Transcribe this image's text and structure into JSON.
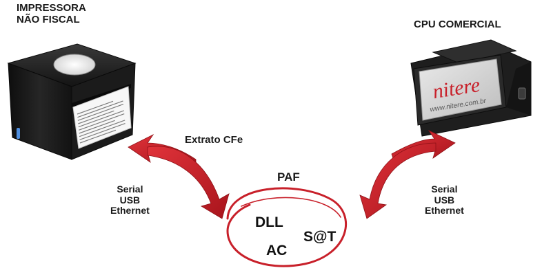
{
  "printer": {
    "title_lines": [
      "IMPRESSORA",
      "NÃO FISCAL"
    ],
    "receipt_lines": 10
  },
  "cpu": {
    "title": "CPU COMERCIAL",
    "brand": "nitere",
    "url": "www.nitere.com.br"
  },
  "left_arrow": {
    "label": "Extrato CFe",
    "connections": [
      "Serial",
      "USB",
      "Ethernet"
    ]
  },
  "right_arrow": {
    "connections": [
      "Serial",
      "USB",
      "Ethernet"
    ]
  },
  "center": {
    "top_label": "PAF",
    "items": [
      "DLL",
      "S@T",
      "AC"
    ]
  },
  "colors": {
    "arrow_red": "#c8202a",
    "device_dark": "#1c1c1c",
    "text": "#1a1a1a"
  }
}
